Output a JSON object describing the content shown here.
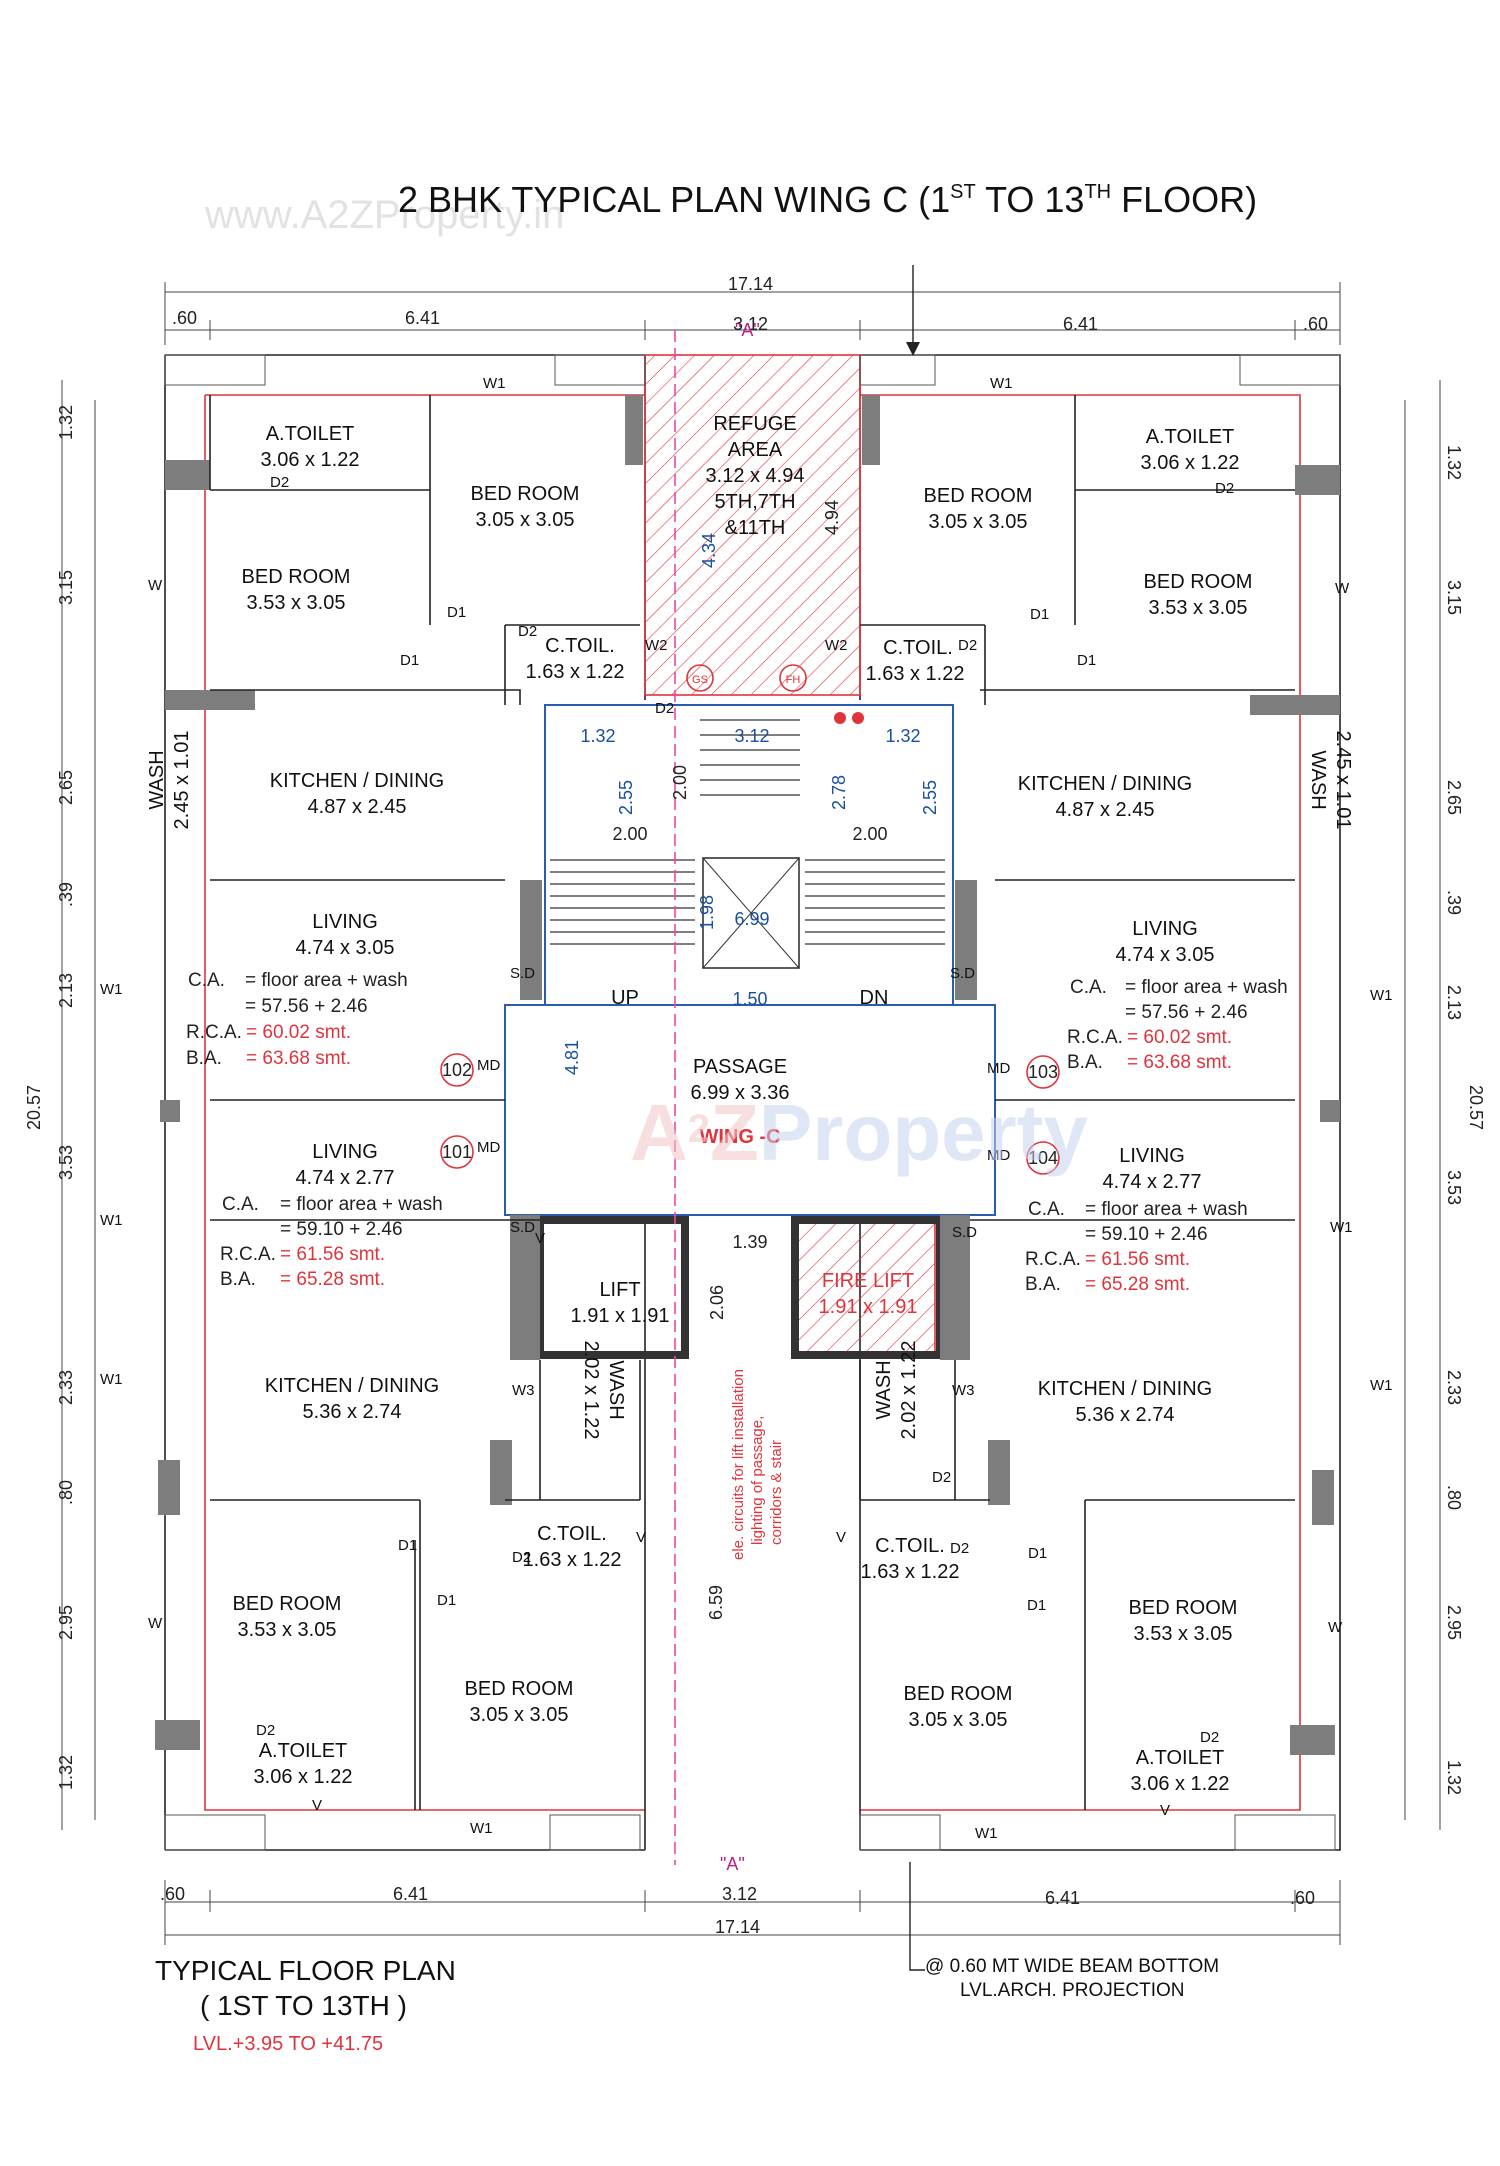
{
  "header": {
    "title_pre": "2 BHK TYPICAL PLAN WING C (1",
    "sup1": "ST",
    "title_mid": " TO 13",
    "sup2": "TH",
    "title_post": " FLOOR)",
    "watermark": "www.A2ZProperty.in"
  },
  "overall": {
    "width": "17.14",
    "height": "20.57"
  },
  "top_dims": [
    ".60",
    "6.41",
    "3.12",
    "6.41",
    ".60"
  ],
  "bottom_dims": [
    ".60",
    "6.41",
    "3.12",
    "6.41",
    ".60"
  ],
  "left_dims": [
    "1.32",
    "3.15",
    "2.65",
    ".39",
    "2.13",
    "3.53",
    "2.33",
    ".80",
    "2.95",
    "1.32"
  ],
  "right_dims": [
    "1.32",
    "3.15",
    "2.65",
    ".39",
    "2.13",
    "3.53",
    "2.33",
    ".80",
    "2.95",
    "1.32"
  ],
  "section_marker": "\"A\"",
  "rooms": {
    "tl_toilet": {
      "name": "A.TOILET",
      "size": "3.06 x 1.22"
    },
    "tl_bed2": {
      "name": "BED ROOM",
      "size": "3.05 x 3.05"
    },
    "tl_bed": {
      "name": "BED ROOM",
      "size": "3.53 x 3.05"
    },
    "tl_ctoil": {
      "name": "C.TOIL.",
      "size": "1.63 x 1.22"
    },
    "tl_wash": {
      "name": "WASH",
      "size": "2.45 x 1.01"
    },
    "tl_kitchen": {
      "name": "KITCHEN / DINING",
      "size": "4.87 x 2.45"
    },
    "refuge": {
      "name": "REFUGE",
      "name2": "AREA",
      "size": "3.12 x 4.94",
      "floors": "5TH,7TH",
      "floors2": "&11TH"
    },
    "tr_toilet": {
      "name": "A.TOILET",
      "size": "3.06 x 1.22"
    },
    "tr_bed2": {
      "name": "BED ROOM",
      "size": "3.05 x 3.05"
    },
    "tr_bed": {
      "name": "BED ROOM",
      "size": "3.53 x 3.05"
    },
    "tr_ctoil": {
      "name": "C.TOIL.",
      "size": "1.63 x 1.22"
    },
    "tr_wash": {
      "name": "WASH",
      "size": "2.45 x 1.01"
    },
    "tr_kitchen": {
      "name": "KITCHEN / DINING",
      "size": "4.87 x 2.45"
    },
    "passage": {
      "name": "PASSAGE",
      "size": "6.99 x 3.36",
      "wing": "WING -C"
    },
    "lift": {
      "name": "LIFT",
      "size": "1.91 x 1.91"
    },
    "fire_lift": {
      "name": "FIRE LIFT",
      "size": "1.91 x 1.91"
    },
    "bl_kitchen": {
      "name": "KITCHEN / DINING",
      "size": "5.36 x 2.74"
    },
    "bl_wash": {
      "name": "WASH",
      "size": "2.02 x 1.22"
    },
    "bl_ctoil": {
      "name": "C.TOIL.",
      "size": "1.63 x 1.22"
    },
    "bl_bed": {
      "name": "BED ROOM",
      "size": "3.53 x 3.05"
    },
    "bl_bed2": {
      "name": "BED ROOM",
      "size": "3.05 x 3.05"
    },
    "bl_toilet": {
      "name": "A.TOILET",
      "size": "3.06 x 1.22"
    },
    "br_kitchen": {
      "name": "KITCHEN / DINING",
      "size": "5.36 x 2.74"
    },
    "br_wash": {
      "name": "WASH",
      "size": "2.02 x 1.22"
    },
    "br_ctoil": {
      "name": "C.TOIL.",
      "size": "1.63 x 1.22"
    },
    "br_bed": {
      "name": "BED ROOM",
      "size": "3.53 x 3.05"
    },
    "br_bed2": {
      "name": "BED ROOM",
      "size": "3.05 x 3.05"
    },
    "br_toilet": {
      "name": "A.TOILET",
      "size": "3.06 x 1.22"
    }
  },
  "flats": {
    "f102": {
      "no": "102",
      "living": "LIVING",
      "size": "4.74 x 3.05",
      "ca_label": "C.A.",
      "ca_text": "= floor area + wash",
      "ca_value": "=   57.56 + 2.46",
      "rca_label": "R.C.A.",
      "rca": "= 60.02 smt.",
      "ba_label": "B.A.",
      "ba": "= 63.68 smt."
    },
    "f103": {
      "no": "103",
      "living": "LIVING",
      "size": "4.74 x 3.05",
      "ca_label": "C.A.",
      "ca_text": "= floor area + wash",
      "ca_value": "=   57.56 + 2.46",
      "rca_label": "R.C.A.",
      "rca": "= 60.02 smt.",
      "ba_label": "B.A.",
      "ba": "= 63.68 smt."
    },
    "f101": {
      "no": "101",
      "living": "LIVING",
      "size": "4.74 x 2.77",
      "ca_label": "C.A.",
      "ca_text": "= floor area + wash",
      "ca_value": "=   59.10 + 2.46",
      "rca_label": "R.C.A.",
      "rca": "= 61.56 smt.",
      "ba_label": "B.A.",
      "ba": "= 65.28 smt."
    },
    "f104": {
      "no": "104",
      "living": "LIVING",
      "size": "4.74 x 2.77",
      "ca_label": "C.A.",
      "ca_text": "= floor area + wash",
      "ca_value": "=   59.10 + 2.46",
      "rca_label": "R.C.A.",
      "rca": "= 61.56 smt.",
      "ba_label": "B.A.",
      "ba": "= 65.28 smt."
    }
  },
  "stair": {
    "up": "UP",
    "dn": "DN",
    "landing": "6.99",
    "d132a": "1.32",
    "d312": "3.12",
    "d132b": "1.32",
    "d255a": "2.55",
    "d200v": "2.00",
    "d278": "2.78",
    "d255b": "2.55",
    "d200a": "2.00",
    "d200b": "2.00",
    "d150": "1.50",
    "d198": "1.98",
    "d481": "4.81",
    "d139": "1.39",
    "d206": "2.06",
    "d659": "6.59",
    "d434": "4.34",
    "d494": "4.94"
  },
  "tags": {
    "d1": "D1",
    "d2": "D2",
    "w": "W",
    "w1": "W1",
    "w2": "W2",
    "w3": "W3",
    "md": "MD",
    "sd": "S.D",
    "v": "V",
    "gs": "GS",
    "fh": "FH"
  },
  "elec_note": [
    "ele. circuits for lift installation",
    "lighting of passage,",
    "corridors & stair"
  ],
  "footer": {
    "title": "TYPICAL FLOOR PLAN",
    "subtitle": "( 1ST TO 13TH )",
    "level": "LVL.+3.95 TO +41.75",
    "note1": "@ 0.60 MT WIDE BEAM BOTTOM",
    "note2": "LVL.ARCH. PROJECTION"
  },
  "logo": {
    "a": "A",
    "two": "2",
    "z": "Z",
    "word": "Property"
  },
  "colors": {
    "accent_red": "#e0343c",
    "dim_blue": "#1a4fa0",
    "wall_gray": "#7d7d7d"
  }
}
